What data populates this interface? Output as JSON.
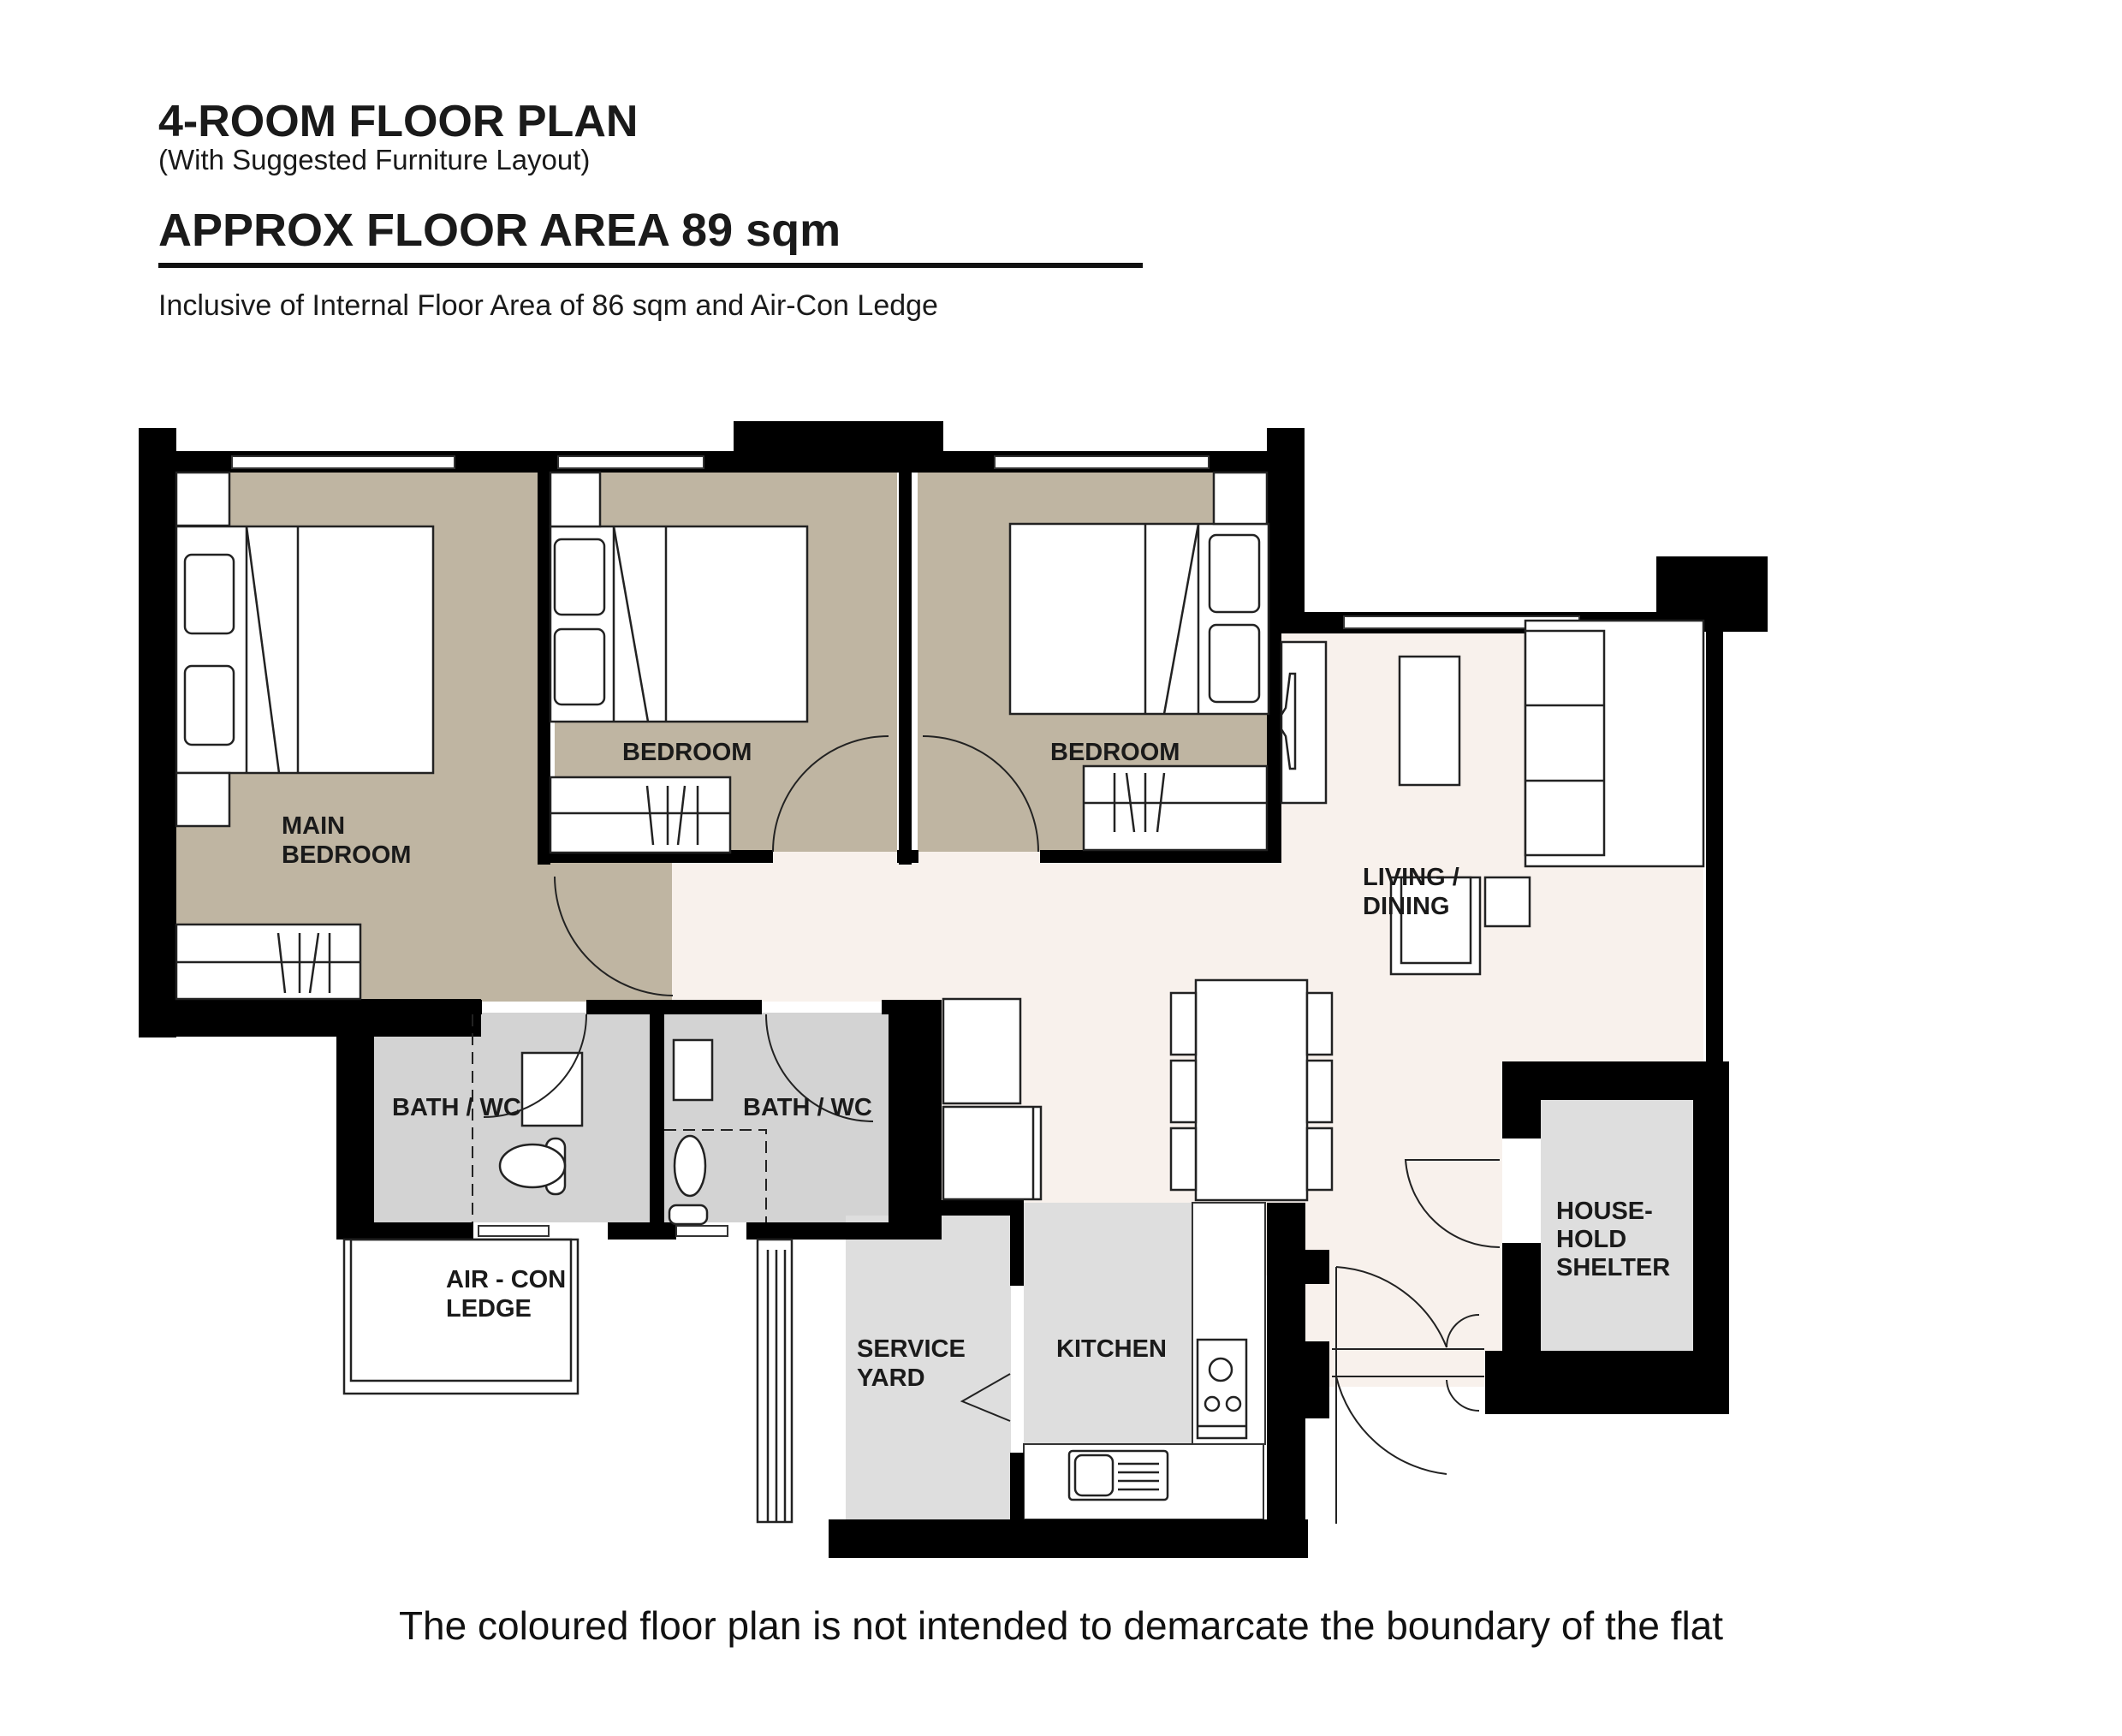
{
  "header": {
    "title": "4-ROOM FLOOR PLAN",
    "subtitle": "(With Suggested Furniture Layout)",
    "approx_area": "APPROX FLOOR AREA  89 sqm",
    "inclusive_note": "Inclusive of Internal Floor Area of  86 sqm and Air-Con Ledge"
  },
  "rooms": {
    "main_bedroom": [
      "MAIN",
      "BEDROOM"
    ],
    "bedroom_2": "BEDROOM",
    "bedroom_3": "BEDROOM",
    "living_dining": [
      "LIVING /",
      "DINING"
    ],
    "bath_wc_1": "BATH / WC",
    "bath_wc_2": "BATH / WC",
    "aircon_ledge": [
      "AIR - CON",
      "LEDGE"
    ],
    "service_yard": [
      "SERVICE",
      "YARD"
    ],
    "kitchen": "KITCHEN",
    "household_shelter": [
      "HOUSE-",
      "HOLD",
      "SHELTER"
    ]
  },
  "colors": {
    "bedroom_fill": "#bfb5a2",
    "living_fill": "#f8f1ec",
    "wet_fill": "#d3d3d3",
    "kitchen_fill": "#dedede",
    "wall": "#000000"
  },
  "disclaimer": "The coloured floor plan is not intended to demarcate the boundary of the flat"
}
